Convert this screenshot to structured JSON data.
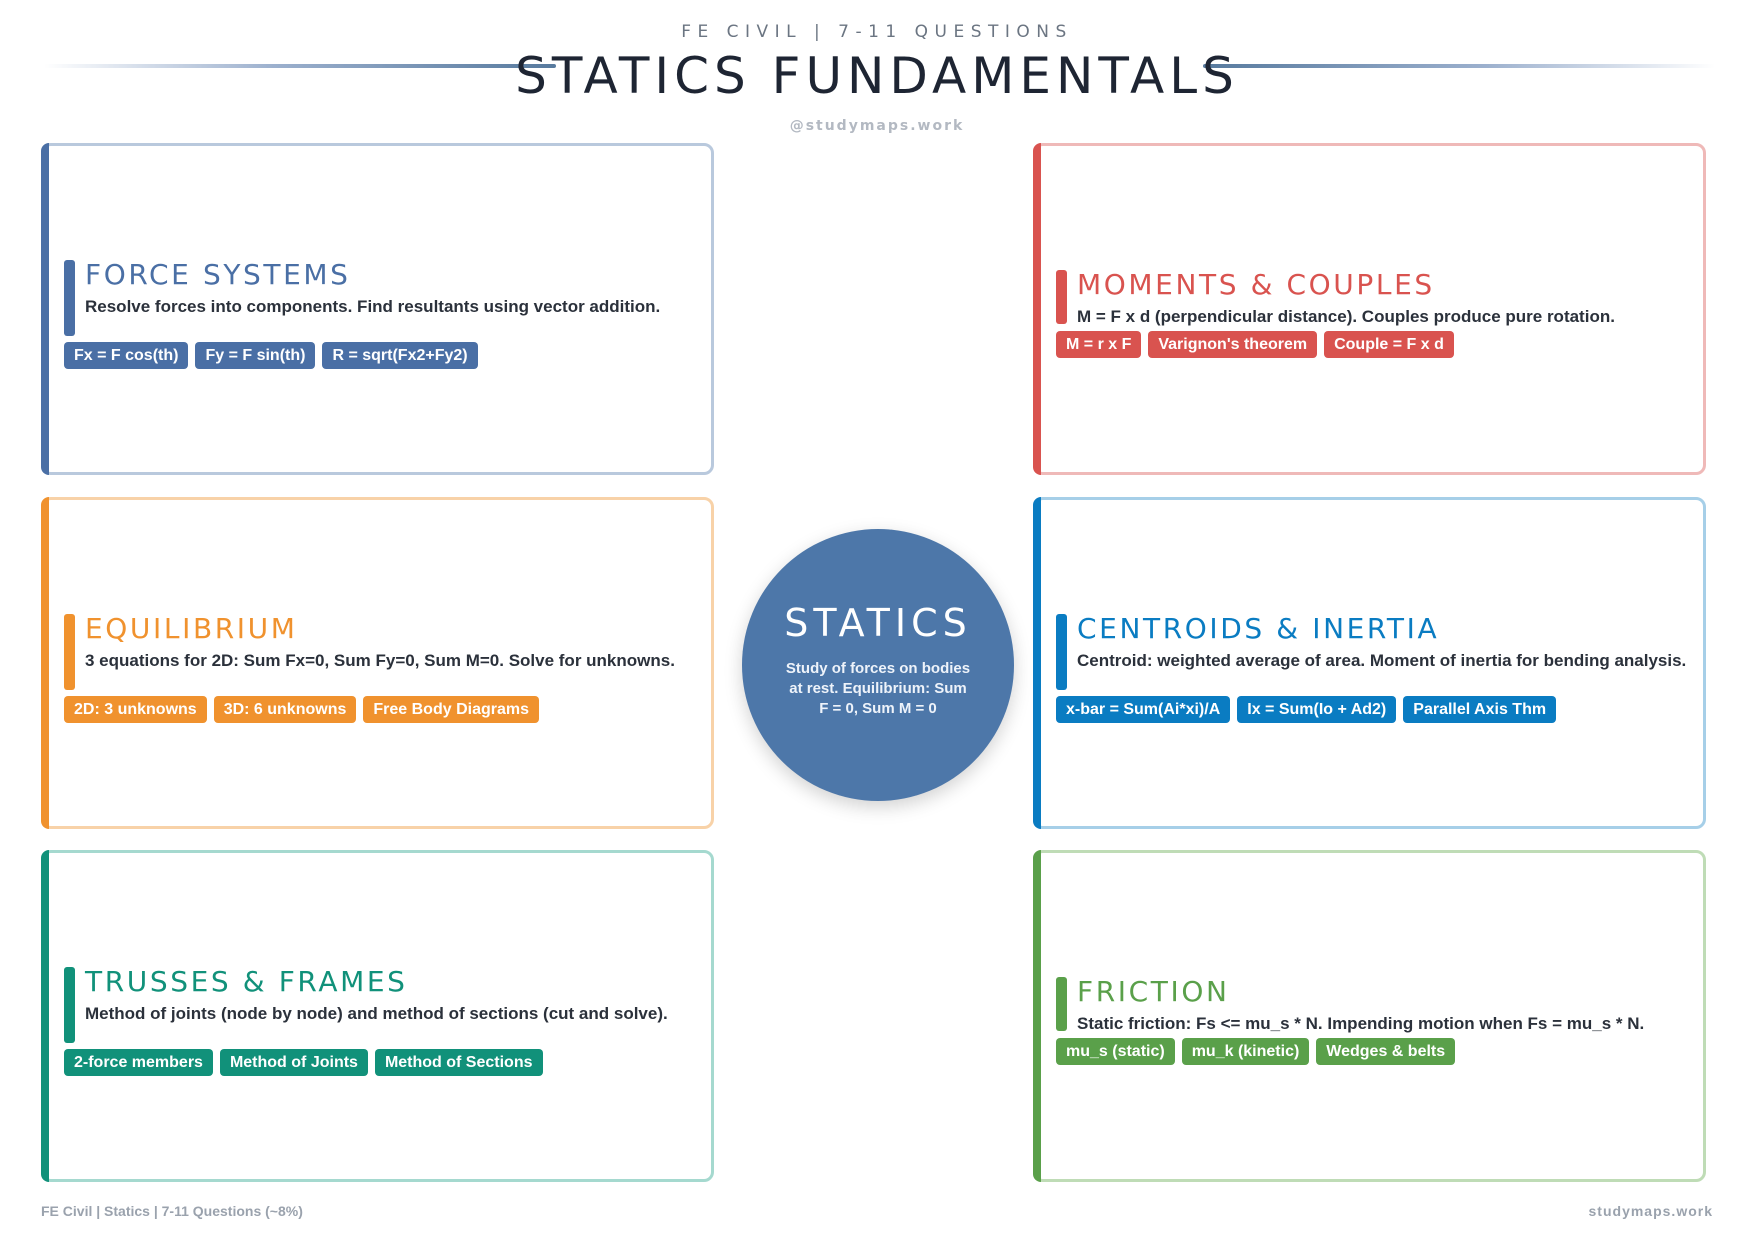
{
  "header": {
    "subtitle": "FE CIVIL | 7-11 QUESTIONS",
    "title": "STATICS FUNDAMENTALS",
    "handle": "@studymaps.work"
  },
  "center": {
    "title": "STATICS",
    "text": "Study of forces on bodies at rest. Equilibrium: Sum F = 0, Sum M = 0",
    "color": "#4d77a9"
  },
  "cards": {
    "force": {
      "title": "FORCE SYSTEMS",
      "desc": "Resolve forces into components. Find resultants using vector addition.",
      "tags": [
        "Fx = F cos(th)",
        "Fy = F sin(th)",
        "R = sqrt(Fx2+Fy2)"
      ],
      "color": "#4a6fa5",
      "border": "#b9c9dd"
    },
    "moments": {
      "title": "MOMENTS & COUPLES",
      "desc": "M = F x d (perpendicular distance). Couples produce pure rotation.",
      "tags": [
        "M = r x F",
        "Varignon's theorem",
        "Couple = F x d"
      ],
      "color": "#d9534f",
      "border": "#efb9b8"
    },
    "equilibrium": {
      "title": "EQUILIBRIUM",
      "desc": "3 equations for 2D: Sum Fx=0, Sum Fy=0, Sum M=0. Solve for unknowns.",
      "tags": [
        "2D: 3 unknowns",
        "3D: 6 unknowns",
        "Free Body Diagrams"
      ],
      "color": "#f0922e",
      "border": "#f8d2a8"
    },
    "centroids": {
      "title": "CENTROIDS & INERTIA",
      "desc": "Centroid: weighted average of area. Moment of inertia for bending analysis.",
      "tags": [
        "x-bar = Sum(Ai*xi)/A",
        "Ix = Sum(Io + Ad2)",
        "Parallel Axis Thm"
      ],
      "color": "#0a7cc2",
      "border": "#a6cfe8"
    },
    "trusses": {
      "title": "TRUSSES & FRAMES",
      "desc": "Method of joints (node by node) and method of sections (cut and solve).",
      "tags": [
        "2-force members",
        "Method of Joints",
        "Method of Sections"
      ],
      "color": "#11917a",
      "border": "#a5d9cf"
    },
    "friction": {
      "title": "FRICTION",
      "desc": "Static friction: Fs <= mu_s * N. Impending motion when Fs = mu_s * N.",
      "tags": [
        "mu_s (static)",
        "mu_k (kinetic)",
        "Wedges & belts"
      ],
      "color": "#5aa04a",
      "border": "#bfdcb6"
    }
  },
  "footer": {
    "left": "FE Civil | Statics | 7-11 Questions (~8%)",
    "right": "studymaps.work"
  }
}
